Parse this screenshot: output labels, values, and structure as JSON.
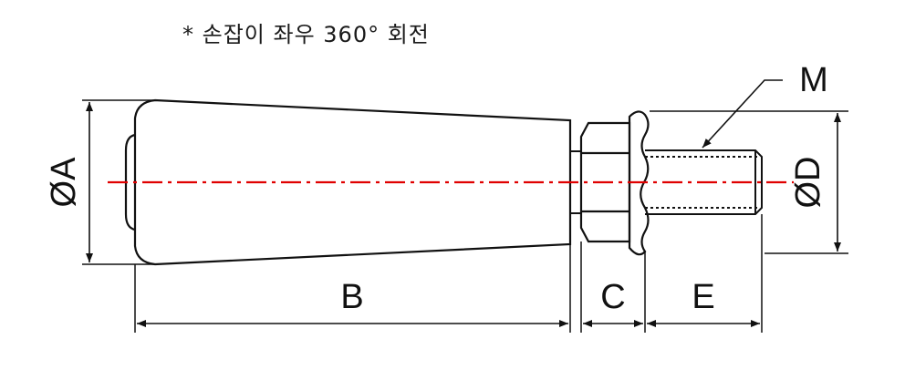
{
  "note": "* 손잡이 좌우 360° 회전",
  "labels": {
    "diameter_a": "ØA",
    "length_b": "B",
    "length_c": "C",
    "length_e": "E",
    "diameter_d": "ØD",
    "thread_m": "M"
  },
  "colors": {
    "outline": "#111111",
    "centerline": "#e00000"
  }
}
